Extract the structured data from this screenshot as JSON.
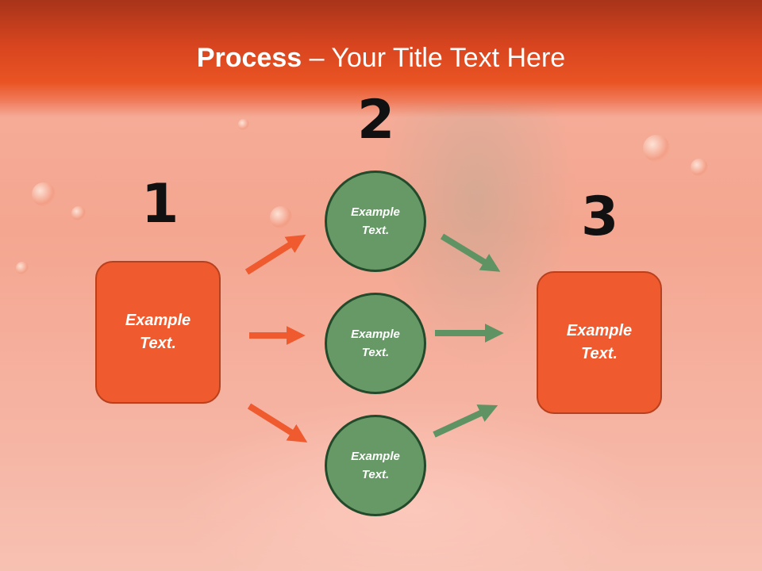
{
  "slide": {
    "title_bold": "Process",
    "title_rest": " – Your Title Text Here"
  },
  "steps": {
    "n1": "1",
    "n2": "2",
    "n3": "3"
  },
  "left_box": {
    "line1": "Example",
    "line2": "Text."
  },
  "right_box": {
    "line1": "Example",
    "line2": "Text."
  },
  "circles": [
    {
      "line1": "Example",
      "line2": "Text."
    },
    {
      "line1": "Example",
      "line2": "Text."
    },
    {
      "line1": "Example",
      "line2": "Text."
    }
  ],
  "colors": {
    "header": "#e14a20",
    "box_fill": "#ef5a2e",
    "circle_fill": "#669966",
    "arrow_orange": "#ef5a2e",
    "arrow_green": "#5f9363"
  }
}
